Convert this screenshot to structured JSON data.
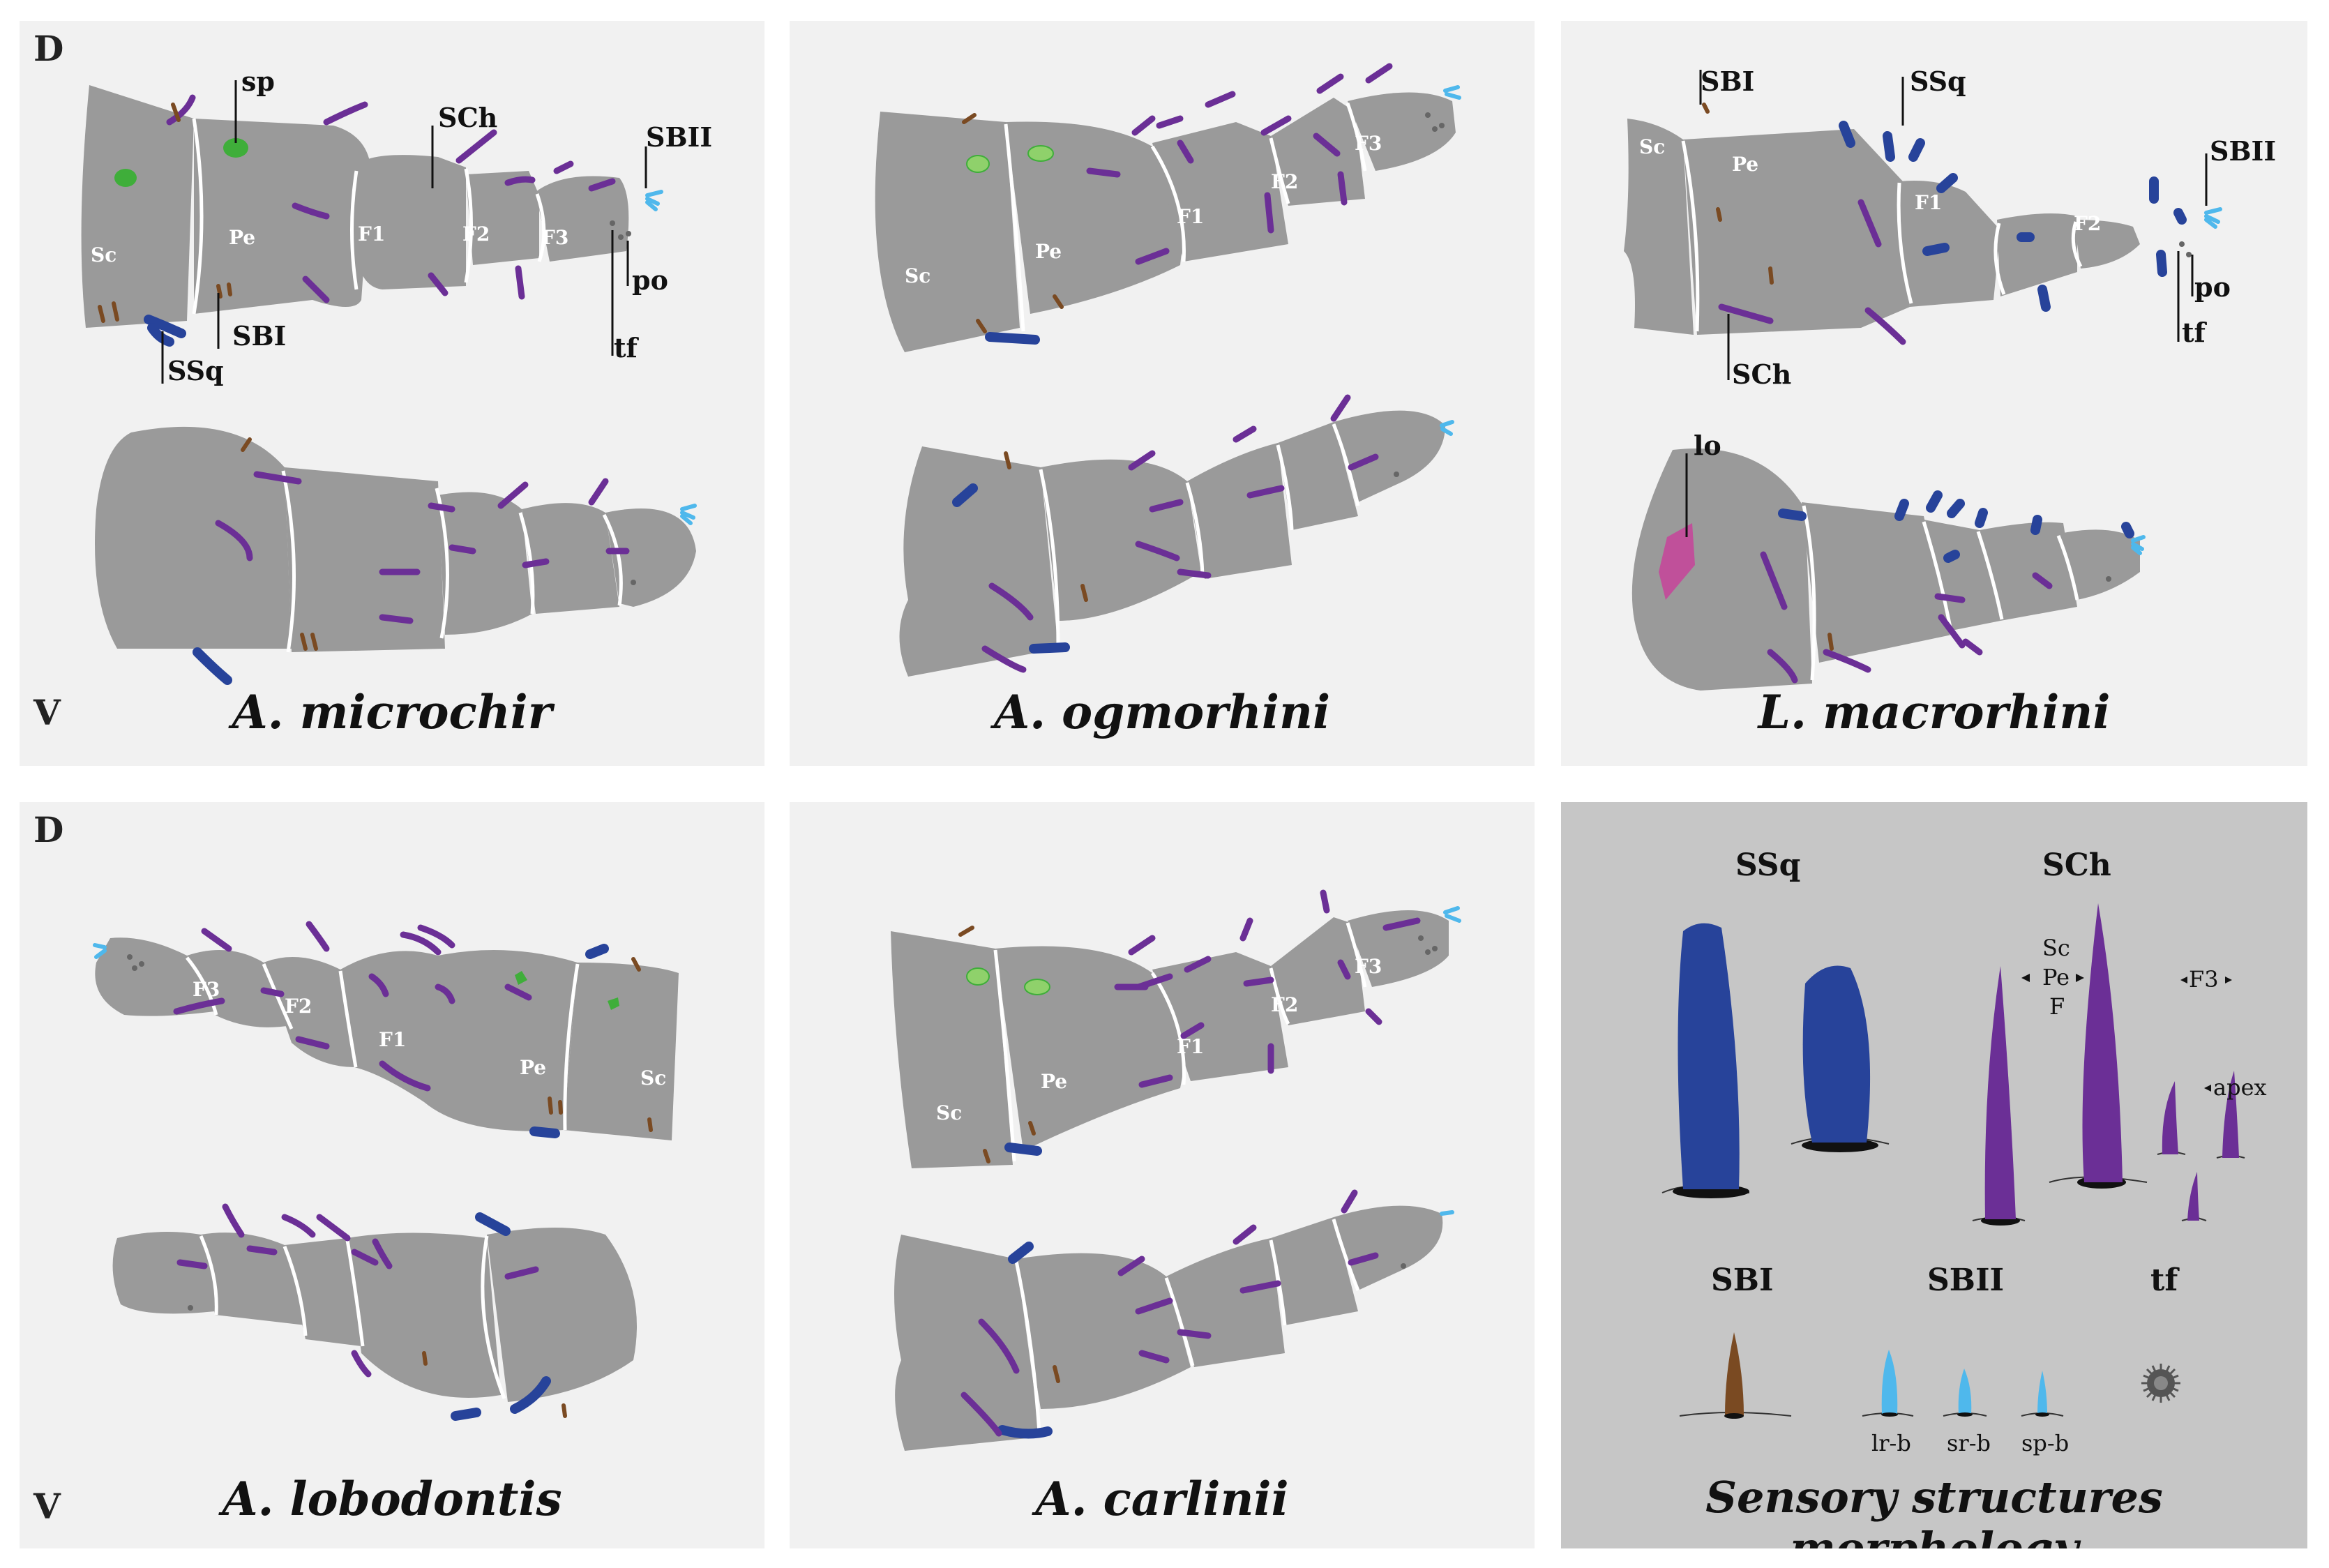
{
  "panels": [
    {
      "species": "A. microchir",
      "dorsal_label": "D",
      "ventral_label": "V"
    },
    {
      "species": "A. ogmorhini"
    },
    {
      "species": "L. macrorhini"
    },
    {
      "species": "A. lobodontis",
      "dorsal_label": "D",
      "ventral_label": "V"
    },
    {
      "species": "A. carlinii"
    },
    {
      "species": "Sensory structures morphology"
    }
  ],
  "segments": {
    "scape": "Sc",
    "pedicel": "Pe",
    "f1": "F1",
    "f2": "F2",
    "f3": "F3"
  },
  "structure_labels": {
    "ssq": "SSq",
    "sch": "SCh",
    "sbi": "SBI",
    "sbii": "SBII",
    "tf": "tf",
    "po": "po",
    "sp": "sp",
    "lo": "lo"
  },
  "legend": {
    "ssq_title": "SSq",
    "sch_title": "SCh",
    "sbi_title": "SBI",
    "sbii_title": "SBII",
    "tf_title": "tf",
    "sch_note_sc": "Sc",
    "sch_note_pe": "Pe",
    "sch_note_f": "F",
    "sch_note_f3": "F3",
    "sch_note_apex": "apex",
    "sbii_lr": "lr-b",
    "sbii_sr": "sr-b",
    "sbii_sp": "sp-b"
  },
  "colors": {
    "background": "#ffffff",
    "panel": "#f1f1f1",
    "legend_panel": "#c6c6c6",
    "antenna": "#9a9a9a",
    "ssq": "#27439a",
    "sch": "#6b2f96",
    "sbi": "#7a4a22",
    "sbii": "#4fb8ec",
    "sp": "#3fae3a",
    "lo": "#c0509a",
    "tf": "#666666"
  }
}
